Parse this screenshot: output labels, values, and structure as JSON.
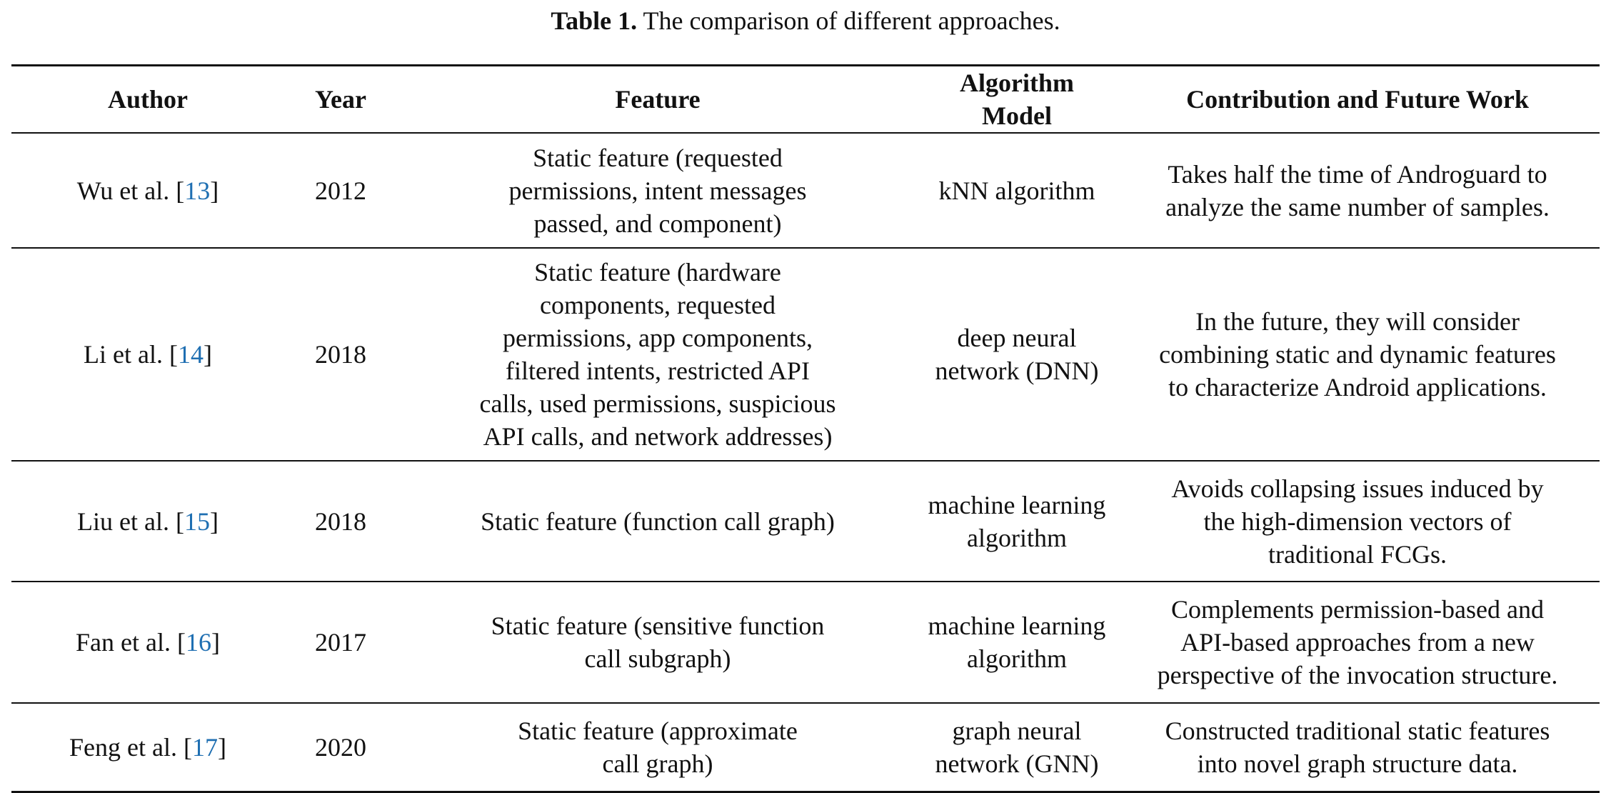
{
  "caption": {
    "label": "Table 1.",
    "text": "The comparison of different approaches."
  },
  "columns": [
    "Author",
    "Year",
    "Feature",
    "Algorithm Model",
    "Contribution and Future Work"
  ],
  "rows": [
    {
      "author": "Wu et al.",
      "ref": "13",
      "year": "2012",
      "feature": [
        "Static feature (requested",
        "permissions, intent messages",
        "passed, and component)"
      ],
      "model": [
        "kNN algorithm"
      ],
      "contribution": [
        "Takes half the time of Androguard to",
        "analyze the same number of samples."
      ]
    },
    {
      "author": "Li et al.",
      "ref": "14",
      "year": "2018",
      "feature": [
        "Static feature (hardware",
        "components, requested",
        "permissions, app components,",
        "filtered intents, restricted API",
        "calls, used permissions, suspicious",
        "API calls, and network addresses)"
      ],
      "model": [
        "deep neural",
        "network (DNN)"
      ],
      "contribution": [
        "In the future, they will consider",
        "combining static and dynamic features",
        "to characterize Android applications."
      ]
    },
    {
      "author": "Liu et al.",
      "ref": "15",
      "year": "2018",
      "feature": [
        "Static feature (function call graph)"
      ],
      "model": [
        "machine learning",
        "algorithm"
      ],
      "contribution": [
        "Avoids collapsing issues induced by",
        "the high-dimension vectors of",
        "traditional FCGs."
      ]
    },
    {
      "author": "Fan et al.",
      "ref": "16",
      "year": "2017",
      "feature": [
        "Static feature (sensitive function",
        "call subgraph)"
      ],
      "model": [
        "machine learning",
        "algorithm"
      ],
      "contribution": [
        "Complements permission-based and",
        "API-based approaches from a new",
        "perspective of the invocation structure."
      ]
    },
    {
      "author": "Feng et al.",
      "ref": "17",
      "year": "2020",
      "feature": [
        "Static feature (approximate",
        "call graph)"
      ],
      "model": [
        "graph neural",
        "network (GNN)"
      ],
      "contribution": [
        "Constructed traditional static features",
        "into novel graph structure data."
      ]
    }
  ],
  "colors": {
    "reference_link": "#1f6fb2",
    "text": "#111111",
    "rule": "#111111"
  }
}
